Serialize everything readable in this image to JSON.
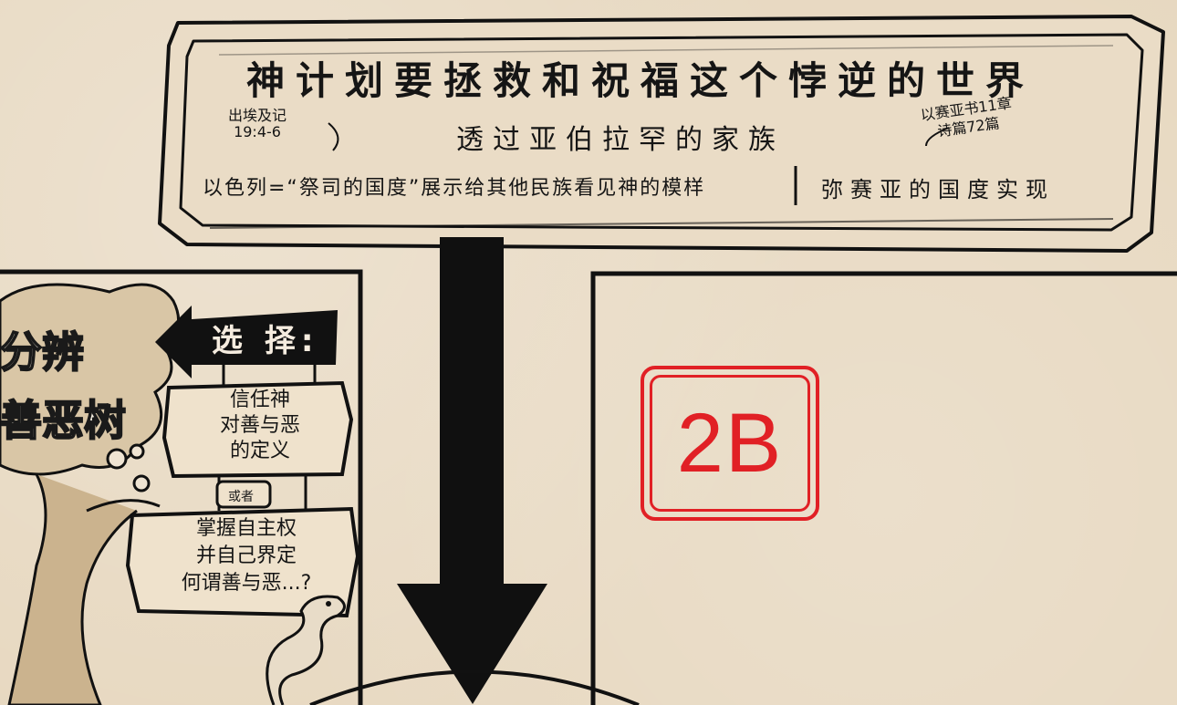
{
  "banner": {
    "title": "神计划要拯救和祝福这个悖逆的世界",
    "subtitle": "透过亚伯拉罕的家族",
    "ref_left": "出埃及记\n19:4-6",
    "ref_right": "以赛亚书11章\n诗篇72篇",
    "line_left": "以色列=“祭司的国度”展示给其他民族看见神的模样",
    "line_right": "弥赛亚的国度实现"
  },
  "left_panel": {
    "tree_label_1": "分辨",
    "tree_label_2": "善恶树",
    "choose_label": "选 择:",
    "sign1": "信任神\n对善与恶\n的定义",
    "or_tag": "或者",
    "sign2": "掌握自主权\n并自己界定\n何谓善与恶...?"
  },
  "right_panel": {
    "badge": "2B"
  },
  "colors": {
    "paper": "#e7d8c0",
    "ink": "#151515",
    "accent_red": "#e12025"
  }
}
